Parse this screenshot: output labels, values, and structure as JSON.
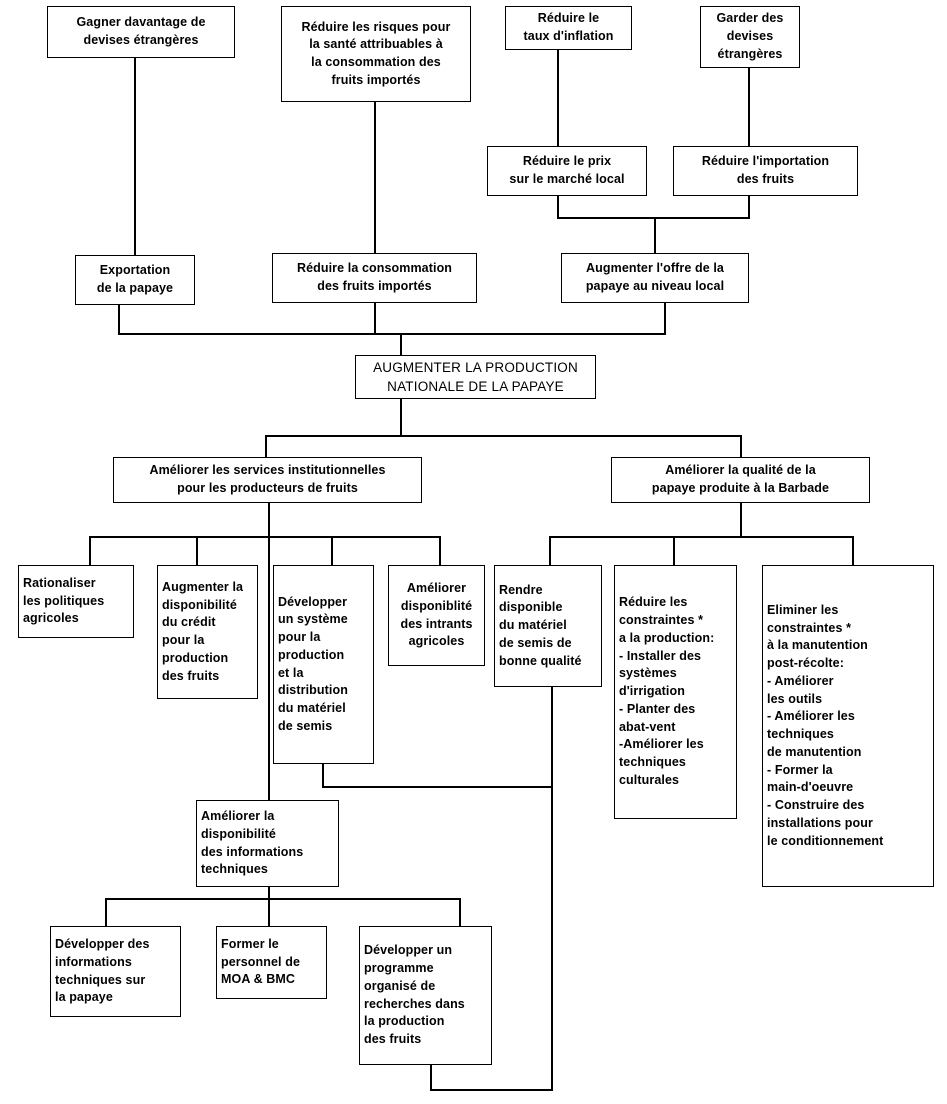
{
  "diagram": {
    "type": "objectives-tree",
    "language": "fr",
    "title": "AUGMENTER LA PRODUCTION NATIONALE DE LA PAPAYE",
    "nodes": {
      "gagner_devises": "Gagner davantage de\ndevises étrangères",
      "reduire_risques": "Réduire les risques pour\nla santé attribuables à\nla consommation des\nfruits importés",
      "reduire_inflation": "Réduire le\ntaux d'inflation",
      "garder_devises": "Garder des\ndevises\nétrangères",
      "reduire_prix": "Réduire le prix\nsur le marché local",
      "reduire_importation": "Réduire l'importation\ndes fruits",
      "exportation": "Exportation\nde la papaye",
      "reduire_consommation": "Réduire la consommation\ndes fruits importés",
      "augmenter_offre": "Augmenter l'offre de la\npapaye au niveau local",
      "goal": "AUGMENTER LA PRODUCTION\nNATIONALE DE LA PAPAYE",
      "services_institutionnels": "Améliorer les services institutionnelles\npour les producteurs de fruits",
      "qualite_papaye": "Améliorer la qualité de la\npapaye produite à la Barbade",
      "rationaliser": "Rationaliser\nles politiques\nagricoles",
      "augmenter_credit": "Augmenter la\ndisponibilité\ndu crédit\npour la\nproduction\ndes fruits",
      "developper_systeme": "Développer\nun système\npour la\nproduction\net la\ndistribution\ndu matériel\nde semis",
      "ameliorer_intrants": "Améliorer\ndisponiblité\ndes intrants\nagricoles",
      "rendre_disponible": "Rendre\ndisponible\ndu matériel\nde semis de\nbonne qualité",
      "reduire_contraintes": "Réduire les\nconstraintes *\na la production:\n - Installer des\n    systèmes\n   d'irrigation\n - Planter des\n   abat-vent\n-Améliorer les\n   techniques\n   culturales",
      "eliminer_contraintes": "Eliminer les\n  constraintes *\nà la manutention\npost-récolte:\n- Améliorer\n   les outils\n- Améliorer les\n   techniques\n   de manutention\n- Former la\n    main-d'oeuvre\n - Construire des\n   installations pour\n    le conditionnement",
      "ameliorer_infos": "Améliorer la\ndisponibilité\ndes informations\ntechniques",
      "developper_infos": "Développer des\ninformations\ntechniques sur\nla papaye",
      "former_personnel": "Former le\npersonnel de\nMOA & BMC",
      "developper_programme": "Développer un\nprogramme\norganisé de\nrecherches dans\nla production\ndes fruits"
    }
  }
}
